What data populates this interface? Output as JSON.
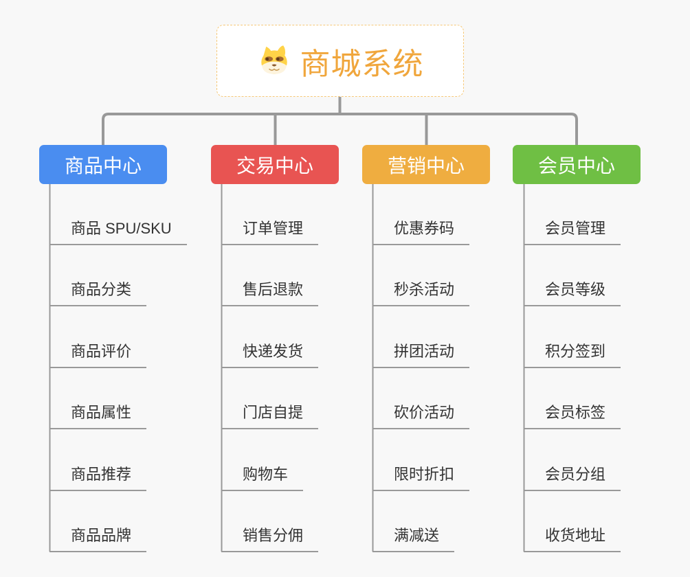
{
  "canvas": {
    "background": "#f8f8f8",
    "connector_color": "#999999",
    "leaf_text_color": "#333333"
  },
  "root": {
    "title": "商城系统",
    "title_color": "#f0a63c",
    "border_color": "#f6c877",
    "background": "#ffffff",
    "icon": "dog-face-icon"
  },
  "branches": [
    {
      "label": "商品中心",
      "color": "#4a8df0",
      "text_color": "#ffffff",
      "children": [
        "商品 SPU/SKU",
        "商品分类",
        "商品评价",
        "商品属性",
        "商品推荐",
        "商品品牌"
      ]
    },
    {
      "label": "交易中心",
      "color": "#e85452",
      "text_color": "#ffffff",
      "children": [
        "订单管理",
        "售后退款",
        "快递发货",
        "门店自提",
        "购物车",
        "销售分佣"
      ]
    },
    {
      "label": "营销中心",
      "color": "#efad40",
      "text_color": "#ffffff",
      "children": [
        "优惠券码",
        "秒杀活动",
        "拼团活动",
        "砍价活动",
        "限时折扣",
        "满减送"
      ]
    },
    {
      "label": "会员中心",
      "color": "#6fbf44",
      "text_color": "#ffffff",
      "children": [
        "会员管理",
        "会员等级",
        "积分签到",
        "会员标签",
        "会员分组",
        "收货地址"
      ]
    }
  ]
}
